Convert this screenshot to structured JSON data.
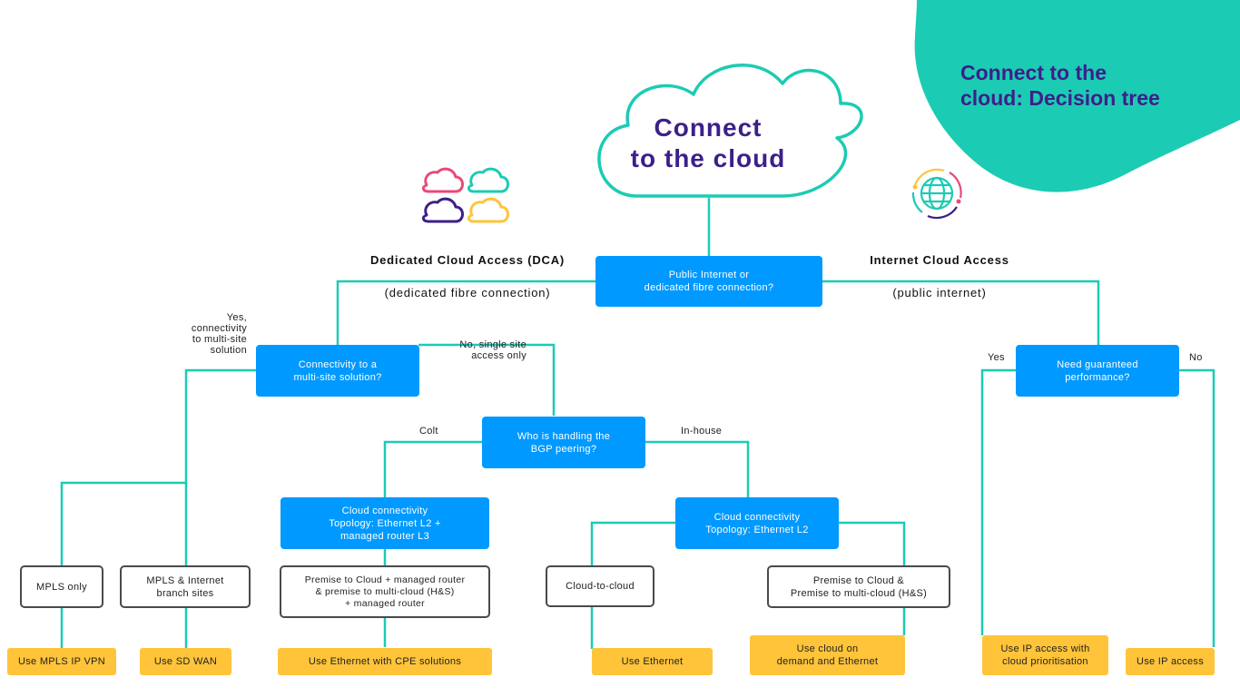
{
  "colors": {
    "teal": "#1ccbb4",
    "purple": "#3c1f8a",
    "blue": "#0099ff",
    "yellow": "#ffc43a",
    "pink": "#e94a78"
  },
  "header": {
    "title": "Connect to the\ncloud: Decision tree"
  },
  "root": {
    "cloud_title": "Connect\nto the cloud",
    "question": "Public Internet or\ndedicated fibre connection?"
  },
  "branches": {
    "dca": {
      "title": "Dedicated Cloud Access (DCA)",
      "subtitle": "(dedicated fibre connection)",
      "icon": "cloud-cluster-icon"
    },
    "ica": {
      "title": "Internet Cloud Access",
      "subtitle": "(public internet)",
      "icon": "globe-cycle-icon"
    }
  },
  "questions": {
    "multi_site": "Connectivity to a\nmulti-site solution?",
    "bgp": "Who is handling the\nBGP peering?",
    "guaranteed": "Need guaranteed\nperformance?"
  },
  "edge_labels": {
    "yes_multi": "Yes,\nconnectivity\nto multi-site\nsolution",
    "no_single": "No, single site\naccess only",
    "colt": "Colt",
    "in_house": "In-house",
    "yes": "Yes",
    "no": "No"
  },
  "topologies": {
    "l2_l3": "Cloud connectivity\nTopology: Ethernet L2 +\nmanaged router L3",
    "l2": "Cloud connectivity\nTopology: Ethernet L2"
  },
  "options": {
    "mpls_only": "MPLS only",
    "mpls_internet": "MPLS & Internet\nbranch sites",
    "premise_router": "Premise to Cloud + managed router\n& premise to multi-cloud (H&S)\n+ managed router",
    "cloud_to_cloud": "Cloud-to-cloud",
    "premise_hs": "Premise to Cloud &\nPremise to multi-cloud (H&S)"
  },
  "outcomes": {
    "mpls_vpn": "Use MPLS IP VPN",
    "sd_wan": "Use SD WAN",
    "ethernet_cpe": "Use Ethernet with CPE solutions",
    "ethernet": "Use Ethernet",
    "cloud_on_demand": "Use cloud on\ndemand and Ethernet",
    "ip_priority": "Use IP access with\ncloud prioritisation",
    "ip_access": "Use IP access"
  }
}
